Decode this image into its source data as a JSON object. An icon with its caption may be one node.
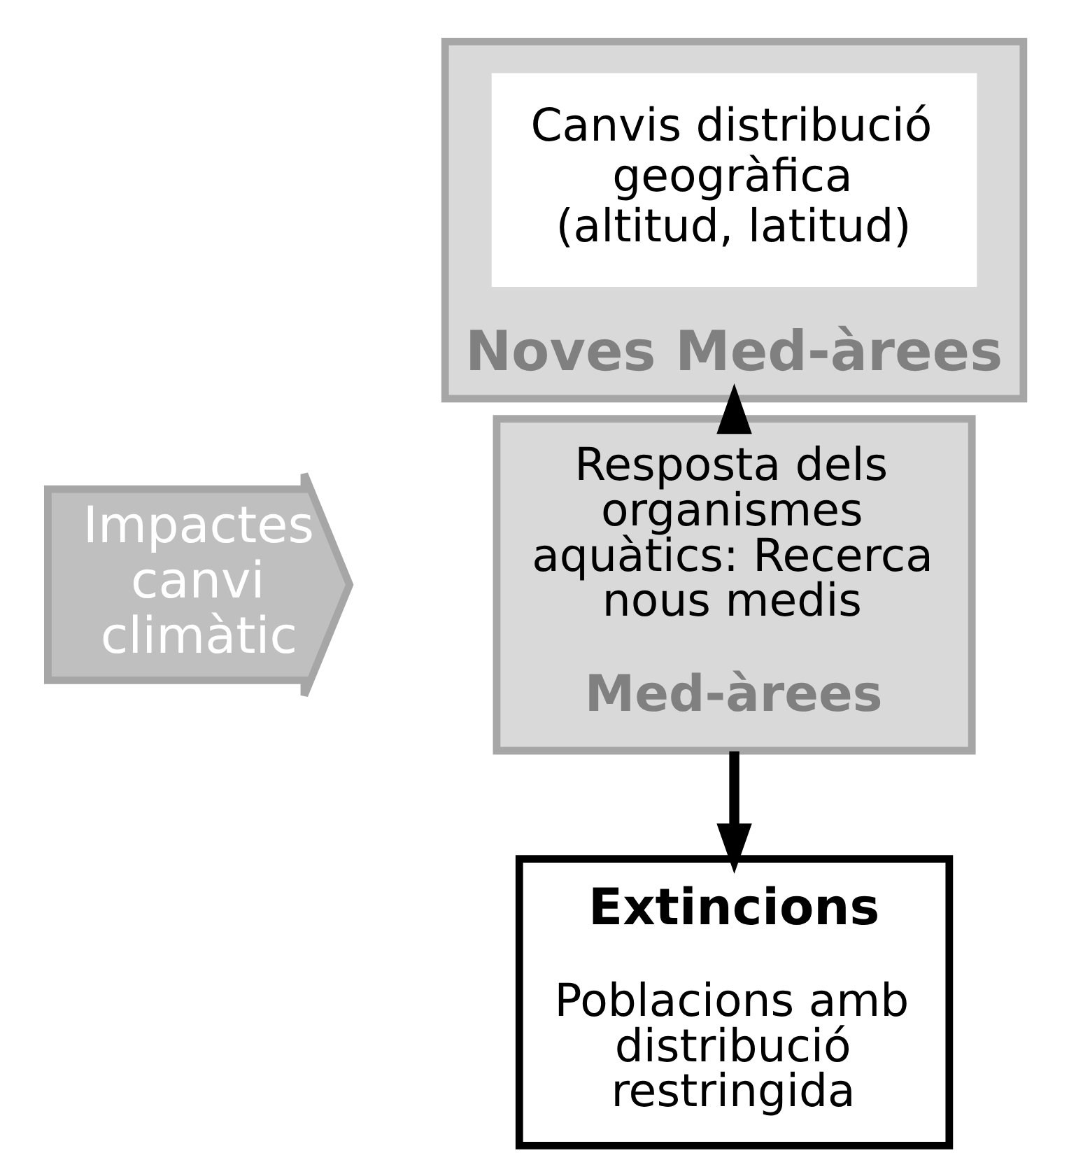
{
  "diagram": {
    "nodes": [
      {
        "text": [
          "Impactes canvi climàtic"
        ]
      },
      {
        "text": [
          "Noves Med-àrees"
        ]
      },
      {
        "text": [
          "Canvis distribució geogràfica (altitud, latitud)"
        ],
        "in": 1
      },
      {
        "text": [
          "Resposta dels organismes aquàtics: Recerca nous medis",
          "Med-àrees"
        ]
      },
      {
        "text": [
          "Extincions",
          "Poblacions amb distribució restringida"
        ]
      }
    ],
    "edges": [
      {
        "from": 3,
        "to": 1,
        "arrow": "to"
      },
      {
        "from": 3,
        "to": 4,
        "arrow": "to"
      }
    ]
  }
}
